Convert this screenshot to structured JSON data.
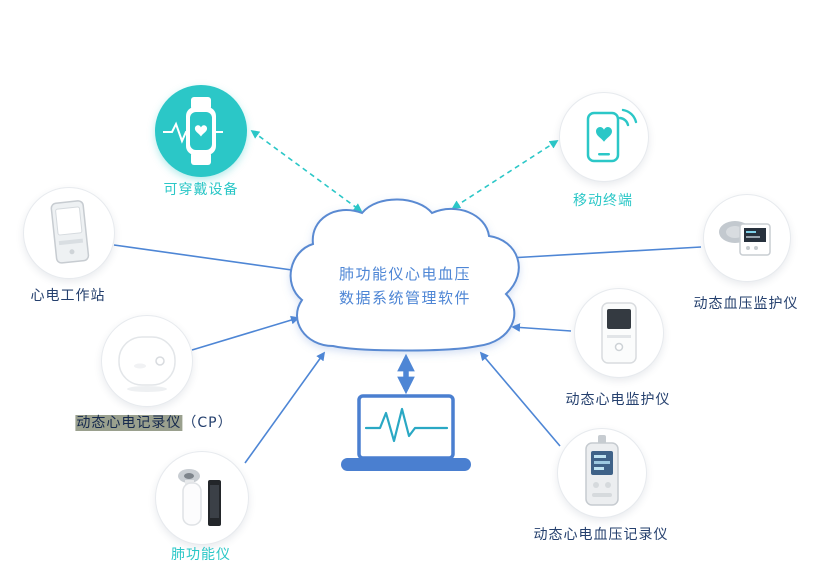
{
  "cloud": {
    "title_line1": "肺功能仪心电血压",
    "title_line2": "数据系统管理软件"
  },
  "nodes": {
    "wearable": {
      "label": "可穿戴设备"
    },
    "mobile": {
      "label": "移动终端"
    },
    "workstation": {
      "label": "心电工作站"
    },
    "holter_recorder": {
      "label_main": "动态心电记录仪",
      "label_suffix": "（CP）"
    },
    "spirometer": {
      "label": "肺功能仪"
    },
    "abp_monitor": {
      "label": "动态血压监护仪"
    },
    "holter_monitor": {
      "label": "动态心电监护仪"
    },
    "ecg_bp_recorder": {
      "label": "动态心电血压记录仪"
    }
  },
  "colors": {
    "teal": "#2bc7c7",
    "blue": "#4e86d5",
    "navy": "#25406e"
  }
}
